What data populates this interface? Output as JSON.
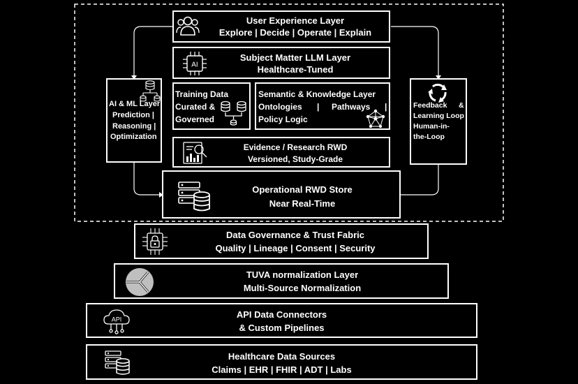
{
  "layers": {
    "ux": {
      "title": "User Experience Layer",
      "subtitle": "Explore | Decide | Operate | Explain"
    },
    "llm": {
      "title": "Subject Matter LLM Layer",
      "subtitle": "Healthcare-Tuned",
      "badge": "AI"
    },
    "training": {
      "line1": "Training Data",
      "line2": "Curated &",
      "line3": "Governed"
    },
    "semantic": {
      "line1": "Semantic & Knowledge Layer",
      "line2a": "Ontologies",
      "line2b": "|",
      "line2c": "Pathways",
      "line2d": "|",
      "line3": "Policy Logic"
    },
    "evidence": {
      "title": "Evidence / Research RWD",
      "subtitle": "Versioned, Study-Grade"
    },
    "operational": {
      "title": "Operational RWD Store",
      "subtitle": "Near Real-Time"
    },
    "governance": {
      "title": "Data Governance & Trust Fabric",
      "subtitle": "Quality | Lineage | Consent | Security"
    },
    "tuva": {
      "title": "TUVA normalization Layer",
      "subtitle": "Multi-Source Normalization"
    },
    "api": {
      "title": "API Data Connectors",
      "subtitle": "& Custom Pipelines",
      "badge": "API"
    },
    "sources": {
      "title": "Healthcare Data Sources",
      "subtitle": "Claims | EHR | FHIR | ADT | Labs"
    }
  },
  "side": {
    "aiml": {
      "line1": "AI & ML Layer",
      "line2": "Prediction |",
      "line3": "Reasoning |",
      "line4": "Optimization"
    },
    "feedback": {
      "line1a": "Feedback",
      "line1b": "&",
      "line2": "Learning Loop",
      "line3": "Human-in-",
      "line4": "the-Loop"
    }
  },
  "colors": {
    "background": "#000000",
    "stroke": "#ffffff",
    "tuva_icon": "#bfbfbf"
  },
  "icons": [
    "users-icon",
    "ai-chip-icon",
    "database-flow-icon",
    "knowledge-graph-icon",
    "evidence-report-icon",
    "server-database-icon",
    "refresh-cycle-icon",
    "governance-lock-icon",
    "tuva-logo-icon",
    "api-cloud-icon"
  ]
}
